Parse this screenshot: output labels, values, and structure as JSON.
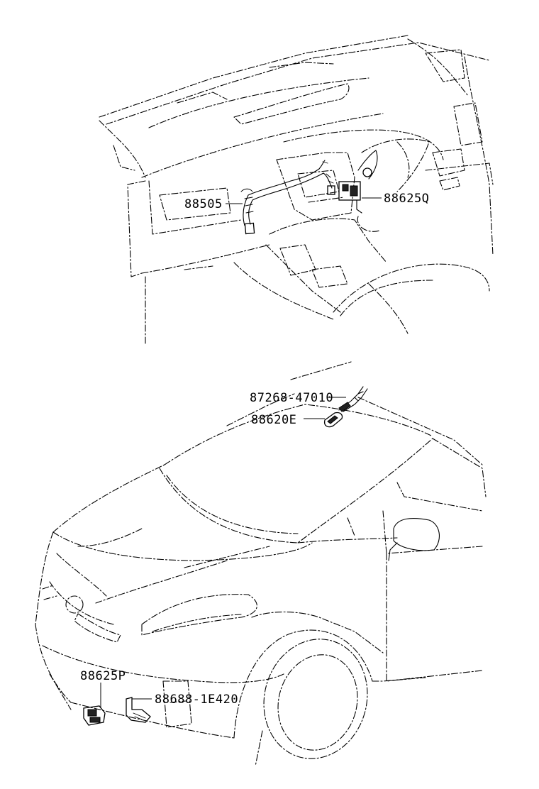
{
  "labels": {
    "p88505": "88505",
    "p88625Q": "88625Q",
    "p87268": "87268-47010",
    "p88620E": "88620E",
    "p88625P": "88625P",
    "p88688": "88688-1E420"
  }
}
